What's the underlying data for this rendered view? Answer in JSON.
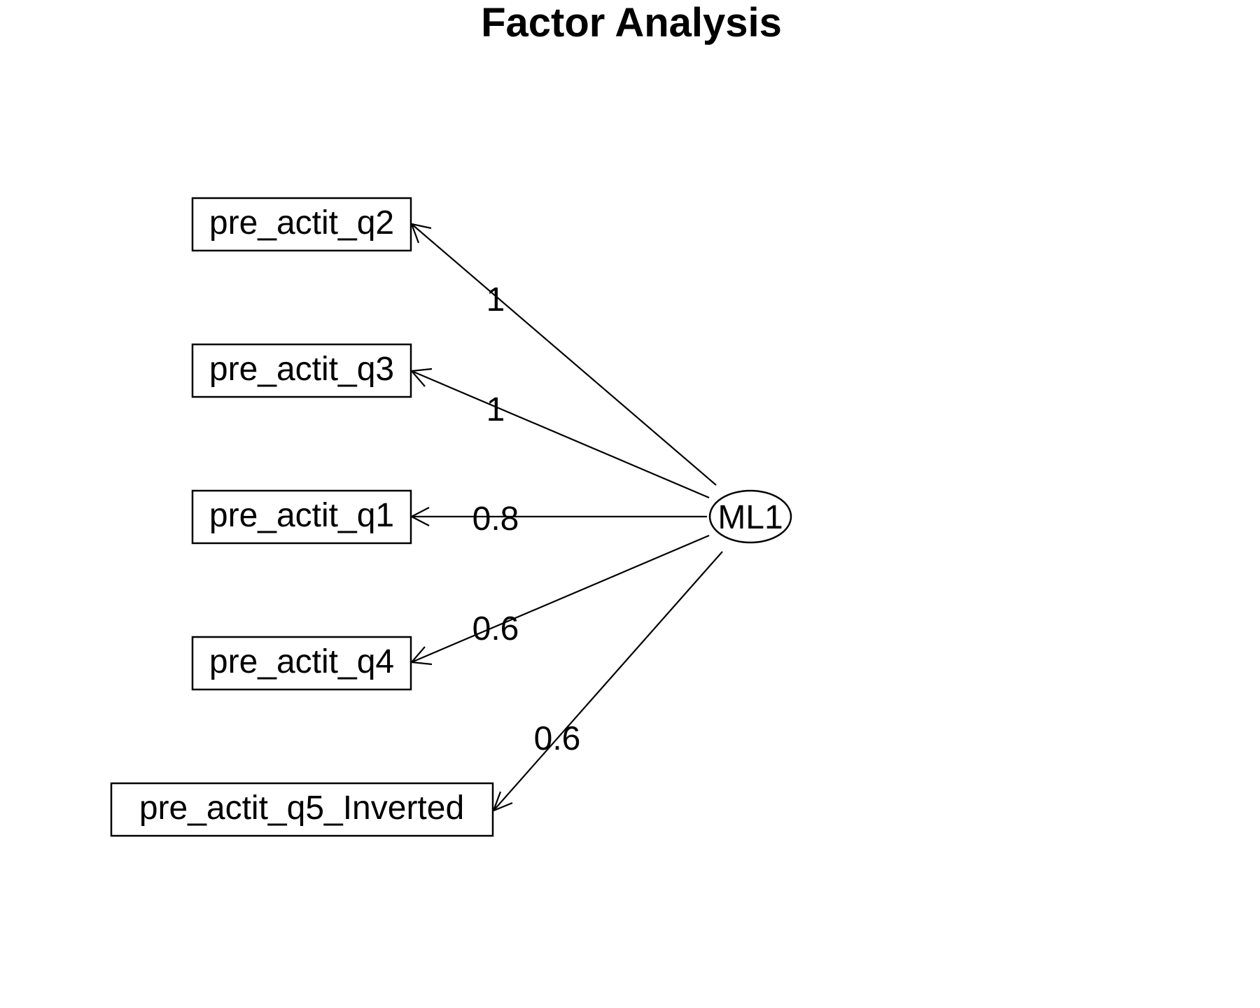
{
  "title": "Factor Analysis",
  "factor": {
    "label": "ML1"
  },
  "indicators": [
    {
      "label": "pre_actit_q2",
      "loading": "1"
    },
    {
      "label": "pre_actit_q3",
      "loading": "1"
    },
    {
      "label": "pre_actit_q1",
      "loading": "0.8"
    },
    {
      "label": "pre_actit_q4",
      "loading": "0.6"
    },
    {
      "label": "pre_actit_q5_Inverted",
      "loading": "0.6"
    }
  ]
}
